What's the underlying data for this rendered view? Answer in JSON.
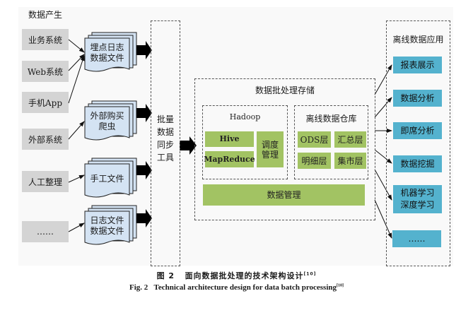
{
  "diagram": {
    "sections": {
      "production": "数据产生",
      "sync_tool": "批量数据同步工具",
      "batch_storage": "数据批处理存储",
      "offline_apps": "离线数据应用"
    },
    "sources": [
      {
        "label": "业务系统"
      },
      {
        "label": "Web系统"
      },
      {
        "label": "手机App"
      },
      {
        "label": "外部系统"
      },
      {
        "label": "人工整理"
      },
      {
        "label": "……"
      }
    ],
    "documents": [
      {
        "line1": "埋点日志",
        "line2": "数据文件"
      },
      {
        "line1": "外部购买",
        "line2": "爬虫"
      },
      {
        "line1": "手工文件",
        "line2": ""
      },
      {
        "line1": "日志文件",
        "line2": "数据文件"
      }
    ],
    "sync_tool_lines": [
      "批量",
      "数据",
      "同步",
      "工具"
    ],
    "hadoop": {
      "title": "Hadoop",
      "hive": "Hive",
      "mapreduce": "MapReduce",
      "scheduler": "调度管理"
    },
    "warehouse": {
      "title": "离线数据仓库",
      "layers": [
        "ODS层",
        "汇总层",
        "明细层",
        "集市层"
      ]
    },
    "data_management": "数据管理",
    "applications": [
      {
        "line1": "报表展示",
        "line2": ""
      },
      {
        "line1": "数据分析",
        "line2": ""
      },
      {
        "line1": "即席分析",
        "line2": ""
      },
      {
        "line1": "数据挖掘",
        "line2": ""
      },
      {
        "line1": "机器学习",
        "line2": "深度学习"
      },
      {
        "line1": "……",
        "line2": ""
      }
    ],
    "colors": {
      "source_box": "#d4d4d4",
      "document": "#d4e3f3",
      "hadoop_component": "#a2c363",
      "application": "#54b2ce"
    }
  },
  "caption": {
    "cn_prefix": "图 2",
    "cn_title": "面向数据批处理的技术架构设计",
    "en_prefix": "Fig. 2",
    "en_title": "Technical architecture design for data batch processing",
    "ref": "[10]"
  }
}
